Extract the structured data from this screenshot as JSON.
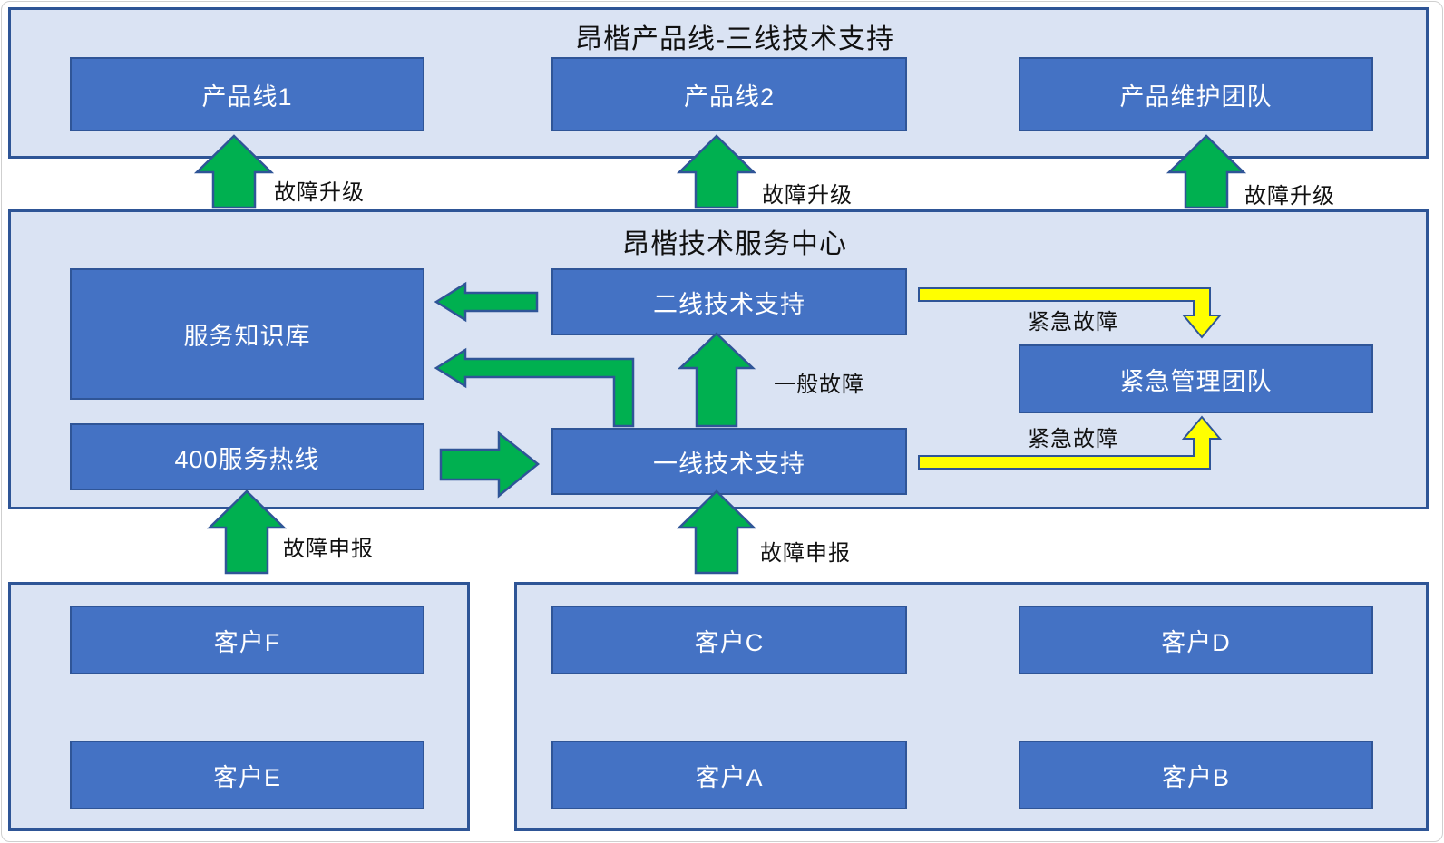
{
  "colors": {
    "box_fill": "#4472c4",
    "box_border": "#2f5597",
    "container_fill": "#dae3f3",
    "container_border": "#2e5596",
    "green_arrow": "#00b050",
    "yellow_arrow": "#ffff00",
    "arrow_border": "#2f5597",
    "box_text": "#ffffff",
    "title_text": "#111111"
  },
  "top_section": {
    "title": "昂楷产品线-三线技术支持",
    "boxes": [
      {
        "label": "产品线1"
      },
      {
        "label": "产品线2"
      },
      {
        "label": "产品维护团队"
      }
    ]
  },
  "middle_section": {
    "title": "昂楷技术服务中心",
    "knowledge_base": "服务知识库",
    "hotline": "400服务热线",
    "second_line": "二线技术支持",
    "first_line": "一线技术支持",
    "emergency_team": "紧急管理团队",
    "general_fault_label": "一般故障",
    "emergency_fault_labels": [
      "紧急故障",
      "紧急故障"
    ]
  },
  "escalation_labels": [
    "故障升级",
    "故障升级",
    "故障升级"
  ],
  "report_labels": [
    "故障申报",
    "故障申报"
  ],
  "bottom_left_section": {
    "customers": [
      "客户F",
      "客户E"
    ]
  },
  "bottom_right_section": {
    "customers": [
      "客户C",
      "客户D",
      "客户A",
      "客户B"
    ]
  }
}
